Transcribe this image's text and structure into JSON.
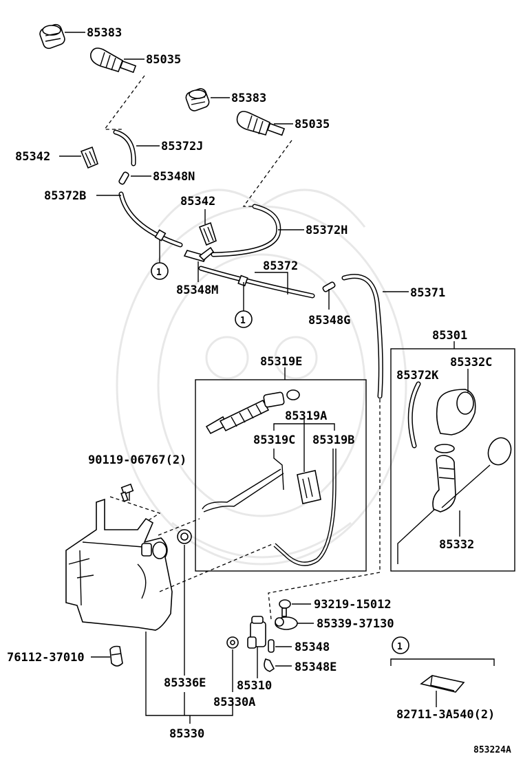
{
  "diagram_code": "853224A",
  "callouts": {
    "c_85383_top": "85383",
    "c_85035_top": "85035",
    "c_85383_mid": "85383",
    "c_85035_mid": "85035",
    "c_85372J": "85372J",
    "c_85342_left": "85342",
    "c_85348N": "85348N",
    "c_85372B": "85372B",
    "c_85342_mid": "85342",
    "c_85372H": "85372H",
    "c_85372": "85372",
    "c_85348M": "85348M",
    "c_85371": "85371",
    "c_85348G": "85348G",
    "c_85301": "85301",
    "c_85319E": "85319E",
    "c_85332C": "85332C",
    "c_85372K": "85372K",
    "c_85319A": "85319A",
    "c_85319C": "85319C",
    "c_85319B": "85319B",
    "c_90119": "90119-06767(2)",
    "c_85332": "85332",
    "c_93219": "93219-15012",
    "c_85339": "85339-37130",
    "c_85348": "85348",
    "c_85348E": "85348E",
    "c_76112": "76112-37010",
    "c_85336E": "85336E",
    "c_85310": "85310",
    "c_85330A": "85330A",
    "c_85330": "85330",
    "c_82711": "82711-3A540(2)"
  },
  "ref_markers": {
    "marker_a": "1",
    "marker_b": "1",
    "marker_legend": "1"
  }
}
